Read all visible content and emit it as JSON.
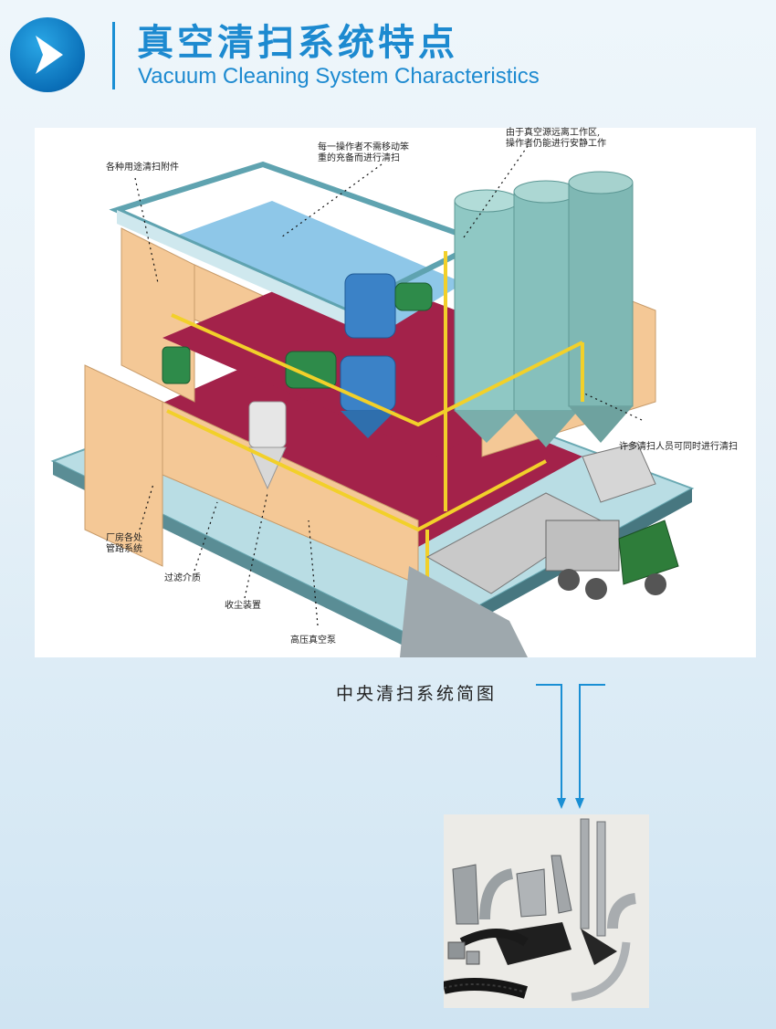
{
  "header": {
    "title_cn": "真空清扫系统特点",
    "title_en": "Vacuum Cleaning System Characteristics",
    "icon": "chevron-right-icon"
  },
  "diagram": {
    "callouts": {
      "attachments": "各种用途清扫附件",
      "operator_line1": "每一操作者不需移动笨",
      "operator_line2": "重的充备而进行清扫",
      "remote_line1": "由于真空源远离工作区,",
      "remote_line2": "操作者仍能进行安静工作",
      "multiple": "许多清扫人员可同时进行清扫",
      "piping_line1": "厂房各处",
      "piping_line2": "管路系统",
      "filter": "过滤介质",
      "collector": "收尘装置",
      "pump": "高压真空泵"
    }
  },
  "caption": "中央清扫系统简图",
  "colors": {
    "accent": "#1d8ad0",
    "floor": "#a3224a",
    "wall": "#f4c896",
    "pipe": "#f2d02a",
    "tank": "#8fc8c4",
    "truck": "#2e7d3a"
  }
}
